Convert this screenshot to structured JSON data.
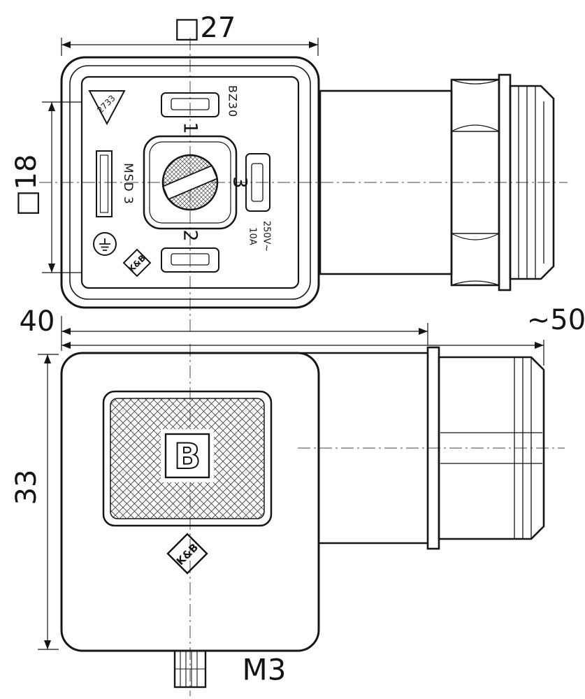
{
  "front": {
    "dim_outer": "□27",
    "dim_inner": "□18",
    "contact_1": "1",
    "contact_2": "2",
    "contact_3": "3",
    "vde_number": "2733",
    "code_top": "BZ30",
    "code_left": "MSD 3",
    "rating_current": "10A",
    "rating_voltage": "250V~",
    "logo": "K&B"
  },
  "bottom": {
    "dim_width_body": "40",
    "dim_width_total": "~50",
    "dim_height": "33",
    "thread_label": "M3",
    "form_letter": "B",
    "logo": "K&B"
  }
}
